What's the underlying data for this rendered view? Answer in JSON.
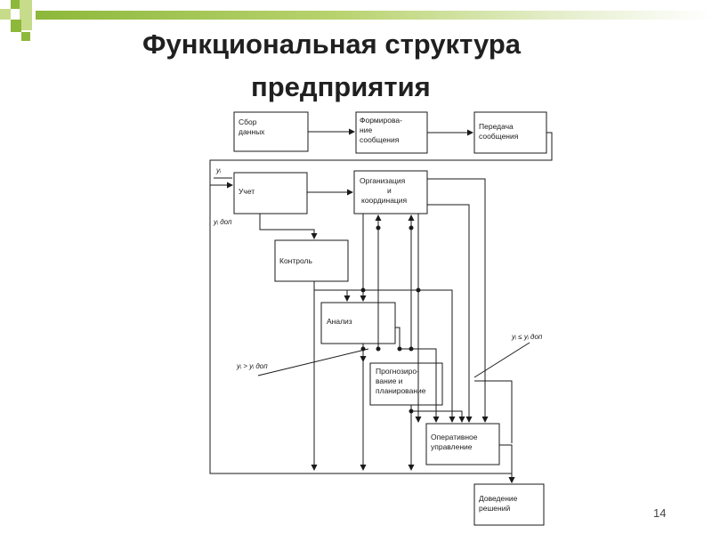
{
  "title": {
    "line1": "Функциональная структура",
    "line2": "предприятия"
  },
  "blocks": {
    "data_collection": [
      "Сбор",
      "данных"
    ],
    "message_forming": [
      "Формирова-",
      "ние",
      "сообщения"
    ],
    "message_transfer": [
      "Передача",
      "сообщения"
    ],
    "accounting": [
      "Учет"
    ],
    "organization": [
      "Организация",
      "и",
      "координация"
    ],
    "control": [
      "Контроль"
    ],
    "analysis": [
      "Анализ"
    ],
    "forecasting": [
      "Прогнозиро-",
      "вание и",
      "планирование"
    ],
    "operational": [
      "Оперативное",
      "управление"
    ],
    "delivery": [
      "Доведение",
      "решений"
    ]
  },
  "conditions": {
    "yi": "yᵢ",
    "yi_allowed": "yᵢ доп",
    "gt": "yᵢ > yᵢ доп",
    "le": "yᵢ ≤ yᵢ доп"
  },
  "page_number": "14",
  "colors": {
    "accent_green": "#8db83a",
    "light_green": "#c7dc8a",
    "title": "#202020",
    "line": "#1a1a1a"
  }
}
